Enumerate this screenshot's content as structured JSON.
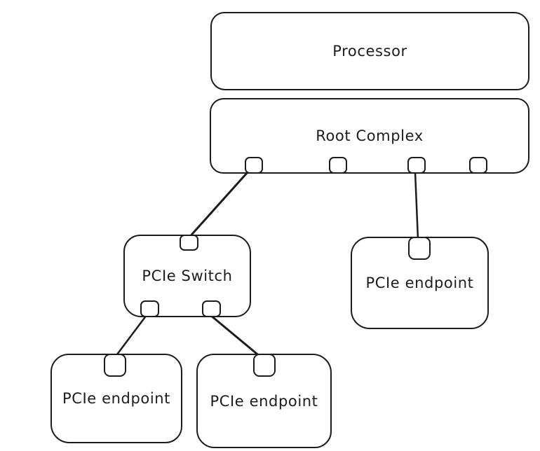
{
  "canvas": {
    "background_color": "#ffffff",
    "stroke_color": "#1c1c1c"
  },
  "nodes": {
    "processor": {
      "label": "Processor"
    },
    "root_complex": {
      "label": "Root Complex",
      "port_count": 4
    },
    "pcie_switch": {
      "label": "PCIe Switch",
      "top_port_count": 1,
      "bottom_port_count": 2
    },
    "endpoint_right": {
      "label": "PCIe endpoint",
      "top_port_count": 1
    },
    "endpoint_bottom_left": {
      "label": "PCIe endpoint",
      "top_port_count": 1
    },
    "endpoint_bottom_middle": {
      "label": "PCIe endpoint",
      "top_port_count": 1
    }
  },
  "edges": [
    {
      "from": "root-complex-port-1",
      "to": "pcie-switch-top-port"
    },
    {
      "from": "root-complex-port-3",
      "to": "endpoint-right-top-port"
    },
    {
      "from": "pcie-switch-bottom-port-1",
      "to": "endpoint-bottom-left-top-port"
    },
    {
      "from": "pcie-switch-bottom-port-2",
      "to": "endpoint-bottom-middle-top-port"
    }
  ]
}
